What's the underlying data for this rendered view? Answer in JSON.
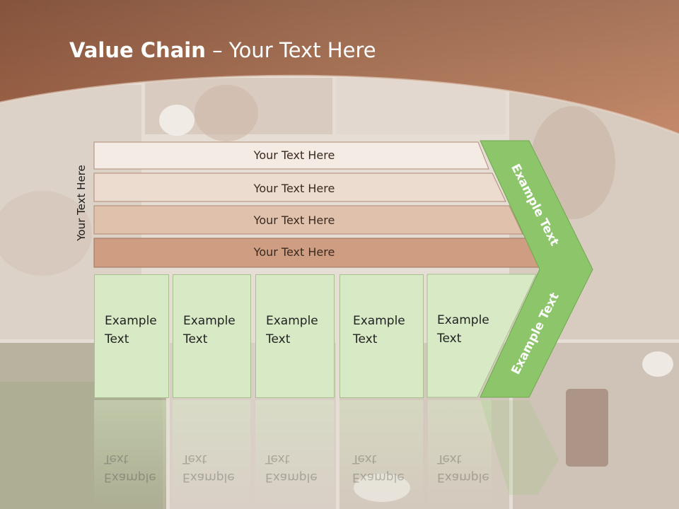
{
  "title": {
    "bold": "Value Chain",
    "rest": " – Your Text Here"
  },
  "vertical_label": "Your Text Here",
  "bars": [
    {
      "label": "Your Text Here",
      "color": "#f4ebe5"
    },
    {
      "label": "Your Text Here",
      "color": "#ecdbcf"
    },
    {
      "label": "Your Text Here",
      "color": "#e0c1ac"
    },
    {
      "label": "Your Text Here",
      "color": "#cf9e82"
    }
  ],
  "columns": [
    {
      "line1": "Example",
      "line2": "Text"
    },
    {
      "line1": "Example",
      "line2": "Text"
    },
    {
      "line1": "Example",
      "line2": "Text"
    },
    {
      "line1": "Example",
      "line2": "Text"
    },
    {
      "line1": "Example",
      "line2": "Text"
    }
  ],
  "arrow": {
    "upper_text": "Example Text",
    "lower_text": "Example Text",
    "color": "#8cc56a"
  },
  "colors": {
    "header": "#a86e52",
    "column_fill": "#d7eac5"
  }
}
